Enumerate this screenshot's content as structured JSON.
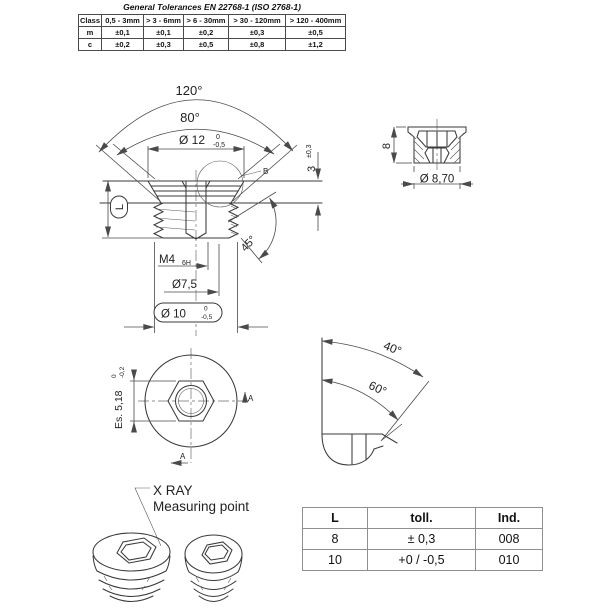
{
  "tolerance_table": {
    "title": "General Tolerances EN 22768-1 (ISO 2768-1)",
    "headers": [
      "Class",
      "0,5 - 3mm",
      "> 3 - 6mm",
      "> 6 - 30mm",
      "> 30 - 120mm",
      "> 120 - 400mm"
    ],
    "rows": [
      [
        "m",
        "±0,1",
        "±0,1",
        "±0,2",
        "±0,3",
        "±0,5"
      ],
      [
        "c",
        "±0,2",
        "±0,3",
        "±0,5",
        "±0,8",
        "±1,2"
      ]
    ]
  },
  "dims": {
    "angle_120": "120°",
    "angle_80": "80°",
    "dia12": {
      "value": "Ø 12",
      "tol_upper": "0",
      "tol_lower": "-0,5"
    },
    "height3": {
      "value": "3",
      "tol": "±0,3"
    },
    "detail_label": "B",
    "length_label": "L",
    "angle_45": "45°",
    "thread": {
      "value": "M4",
      "spec": "6H"
    },
    "dia75": "Ø7,5",
    "dia10": {
      "value": "Ø 10",
      "tol_upper": "0",
      "tol_lower": "-0,5"
    },
    "aux_height": "8",
    "aux_dia": "Ø 8,70",
    "hex_socket": {
      "value": "Es. 5,18",
      "tol_upper": "0",
      "tol_lower": "-0,2"
    },
    "section_label": "A",
    "angle_40": "40°",
    "angle_60": "60°"
  },
  "annotations": {
    "xray_line1": "X RAY",
    "xray_line2": "Measuring point"
  },
  "size_table": {
    "headers": [
      "L",
      "toll.",
      "Ind."
    ],
    "rows": [
      [
        "8",
        "± 0,3",
        "008"
      ],
      [
        "10",
        "+0 / -0,5",
        "010"
      ]
    ]
  }
}
